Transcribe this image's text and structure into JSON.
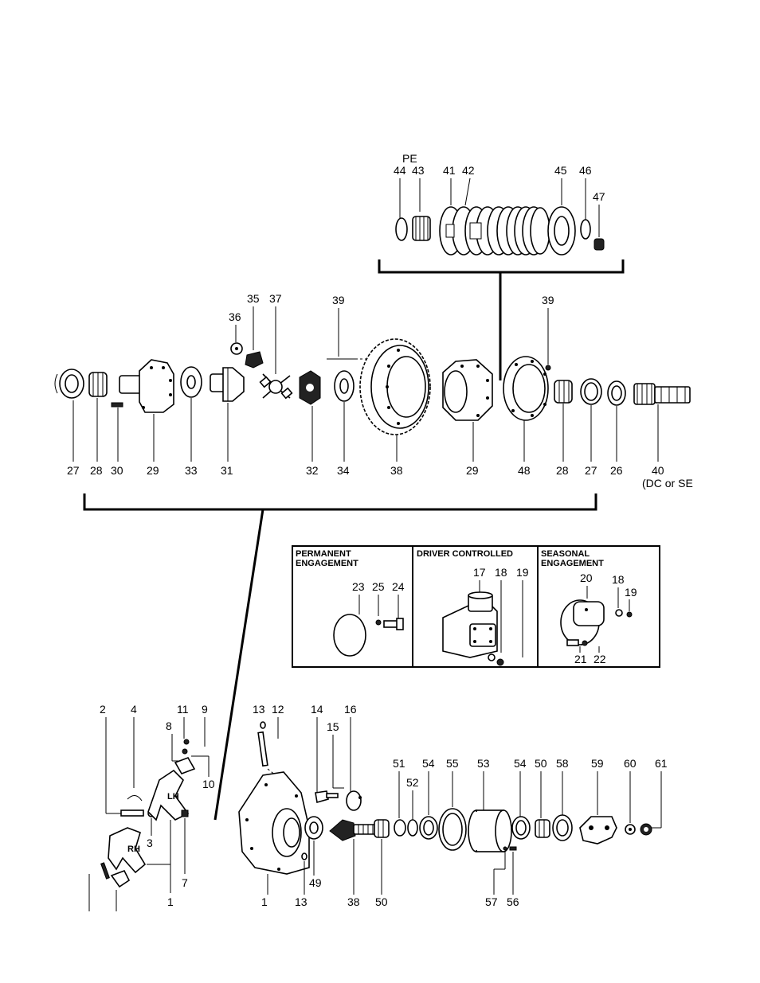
{
  "labels": {
    "pe": "PE",
    "n44": "44",
    "n43": "43",
    "n41": "41",
    "n42": "42",
    "n45": "45",
    "n46": "46",
    "n47": "47",
    "n35": "35",
    "n37": "37",
    "n36": "36",
    "n39a": "39",
    "n39b": "39",
    "n27a": "27",
    "n28a": "28",
    "n30": "30",
    "n29a": "29",
    "n33": "33",
    "n31": "31",
    "n32": "32",
    "n34": "34",
    "n38a": "38",
    "n29b": "29",
    "n48": "48",
    "n28b": "28",
    "n27b": "27",
    "n26": "26",
    "n40": "40",
    "n40note": "(DC or SE",
    "n23": "23",
    "n25": "25",
    "n24": "24",
    "n17": "17",
    "n18a": "18",
    "n19a": "19",
    "n20": "20",
    "n18b": "18",
    "n19b": "19",
    "n21": "21",
    "n22": "22",
    "n2": "2",
    "n4": "4",
    "n11": "11",
    "n9": "9",
    "n8": "8",
    "n10": "10",
    "n3": "3",
    "n7": "7",
    "n1a": "1",
    "lh": "LH",
    "rh": "RH",
    "n13a": "13",
    "n12": "12",
    "n14": "14",
    "n16": "16",
    "n15": "15",
    "n51": "51",
    "n52": "52",
    "n54a": "54",
    "n55": "55",
    "n53": "53",
    "n54b": "54",
    "n50a": "50",
    "n58": "58",
    "n59": "59",
    "n60": "60",
    "n61": "61",
    "n1b": "1",
    "n13b": "13",
    "n49": "49",
    "n38b": "38",
    "n50b": "50",
    "n57": "57",
    "n56": "56"
  },
  "boxes": {
    "permanent_line1": "PERMANENT",
    "permanent_line2": "ENGAGEMENT",
    "driver": "DRIVER CONTROLLED",
    "seasonal_line1": "SEASONAL",
    "seasonal_line2": "ENGAGEMENT"
  }
}
